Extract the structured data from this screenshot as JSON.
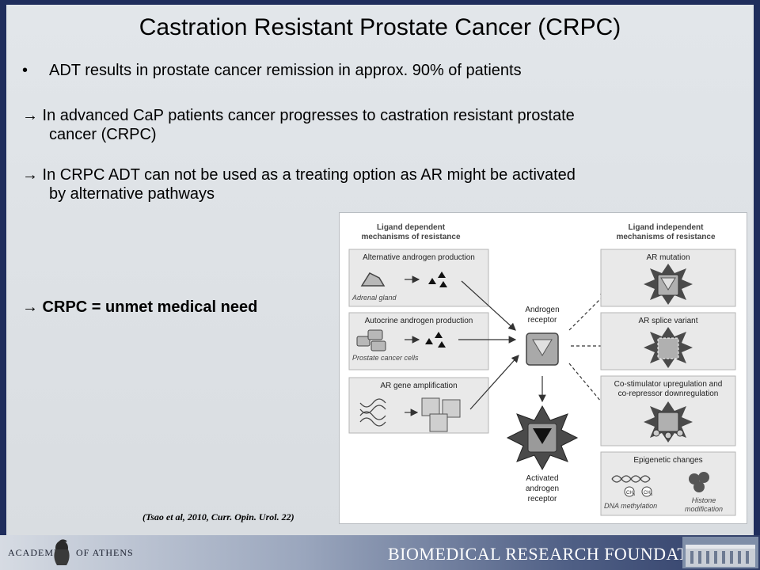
{
  "slide": {
    "title": "Castration Resistant Prostate Cancer (CRPC)",
    "bullets": {
      "b1_marker": "•",
      "b1": "ADT results in prostate cancer remission in approx. 90% of patients",
      "b2_line1": "→ In advanced CaP patients cancer progresses to castration resistant prostate",
      "b2_line2": "cancer (CRPC)",
      "b3_line1": "→ In CRPC ADT can not be used as a treating option as AR might be activated",
      "b3_line2": "by alternative pathways",
      "b4": "→ CRPC = unmet medical need"
    },
    "citation": "(Tsao et al, 2010, Curr. Opin. Urol. 22)"
  },
  "figure": {
    "left_header_1": "Ligand dependent",
    "left_header_2": "mechanisms of resistance",
    "right_header_1": "Ligand independent",
    "right_header_2": "mechanisms of resistance",
    "box1_title": "Alternative androgen production",
    "box1_caption": "Adrenal gland",
    "box2_title": "Autocrine androgen production",
    "box2_caption": "Prostate cancer cells",
    "box3_title": "AR gene amplification",
    "center_label_1": "Androgen",
    "center_label_2": "receptor",
    "activated_1": "Activated",
    "activated_2": "androgen",
    "activated_3": "receptor",
    "r1_title": "AR mutation",
    "r2_title": "AR splice variant",
    "r3_title_1": "Co-stimulator upregulation and",
    "r3_title_2": "co-repressor downregulation",
    "r4_title": "Epigenetic changes",
    "dna_caption": "DNA methylation",
    "histone_caption_1": "Histone",
    "histone_caption_2": "modification",
    "ch3": "CH",
    "ch3_sub": "3"
  },
  "footer": {
    "academy": "ACADEMY",
    "of_athens": "OF ATHENS",
    "foundation": "BIOMEDICAL RESEARCH FOUNDATION"
  },
  "colors": {
    "frame": "#1f2d5c",
    "slide_bg": "#dde1e5",
    "box_fill": "#e9e9e9",
    "box_stroke": "#b5b5b5",
    "receptor": "#a9a9a9",
    "starburst": "#4a4a4a"
  }
}
